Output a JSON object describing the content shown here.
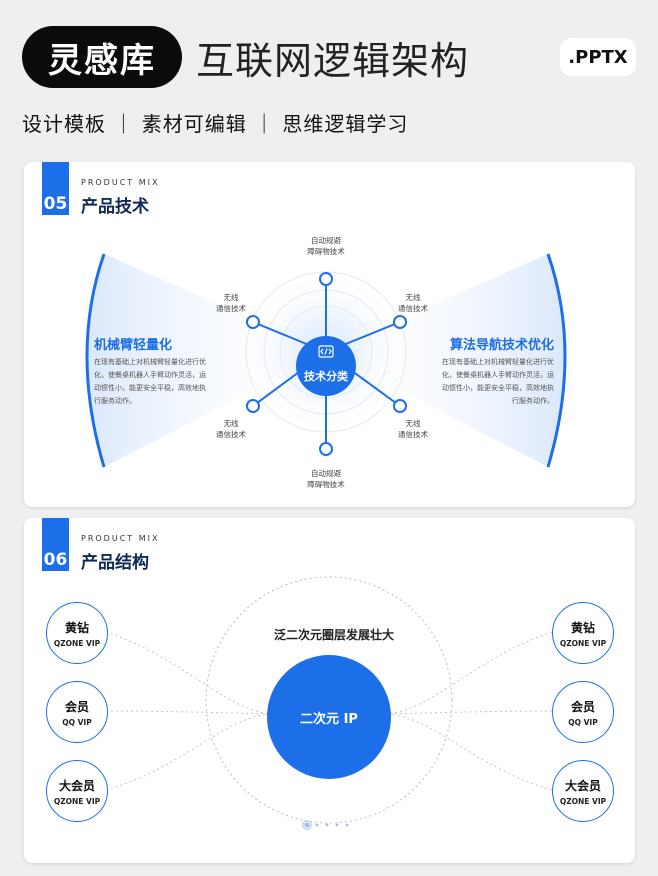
{
  "header": {
    "brand": "灵感库",
    "headline": "互联网逻辑架构",
    "badge": ".PPTX",
    "subline": "设计模板 ｜ 素材可编辑 ｜ 思维逻辑学习"
  },
  "card1": {
    "number": "05",
    "eyebrow": "PRODUCT MIX",
    "title": "产品技术",
    "hub_label": "技术分类",
    "hub_icon": "code-icon",
    "nodes": {
      "top": [
        "自动规避",
        "障碍物技术"
      ],
      "upper_left": [
        "无线",
        "通信技术"
      ],
      "upper_right": [
        "无线",
        "通信技术"
      ],
      "lower_left": [
        "无线",
        "通信技术"
      ],
      "lower_right": [
        "无线",
        "通信技术"
      ],
      "bottom": [
        "自动规避",
        "障碍物技术"
      ]
    },
    "left": {
      "title": "机械臂轻量化",
      "desc": [
        "在现有基础上对机械臂轻量化进行优",
        "化，使餐桌机器人手臂动作灵活，运",
        "动惯性小，能更安全平稳，高效地执",
        "行服务动作。"
      ]
    },
    "right": {
      "title": "算法导航技术优化",
      "desc": [
        "在现有基础上对机械臂轻量化进行优",
        "化，使餐桌机器人手臂动作灵活，运",
        "动惯性小，能更安全平稳，高效地执",
        "行服务动作。"
      ]
    },
    "accent": "#1c6fe8"
  },
  "card2": {
    "number": "06",
    "eyebrow": "PRODUCT MIX",
    "title": "产品结构",
    "ring_title": "泛二次元圈层发展壮大",
    "center_label": "二次元 IP",
    "left_items": [
      {
        "title": "黄钻",
        "sub": "QZONE VIP"
      },
      {
        "title": "会员",
        "sub": "QQ VIP"
      },
      {
        "title": "大会员",
        "sub": "QZONE VIP"
      }
    ],
    "right_items": [
      {
        "title": "黄钻",
        "sub": "QZONE VIP"
      },
      {
        "title": "会员",
        "sub": "QQ VIP"
      },
      {
        "title": "大会员",
        "sub": "QZONE VIP"
      }
    ],
    "accent": "#1c6fe8"
  }
}
